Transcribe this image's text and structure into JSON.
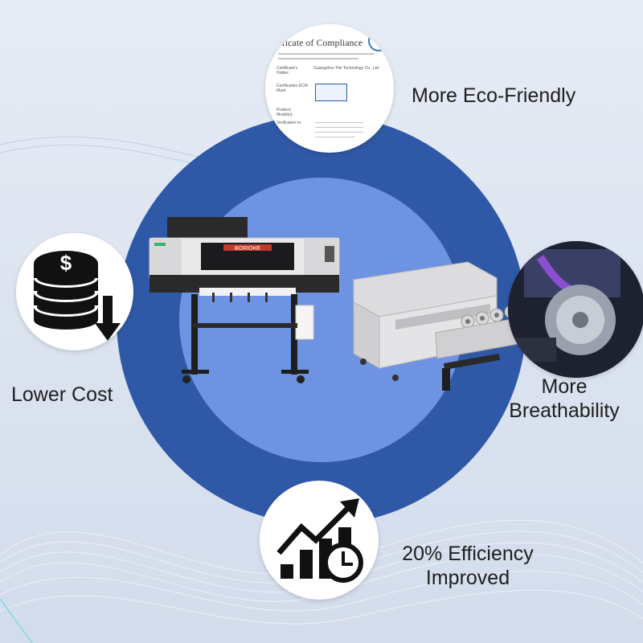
{
  "features": {
    "eco": {
      "label": "More Eco-Friendly",
      "icon": "certificate-icon"
    },
    "cost": {
      "label": "Lower Cost",
      "icon": "money-stack-down-icon"
    },
    "breathability": {
      "line1": "More",
      "line2": "Breathability",
      "icon": "fan-blower-icon"
    },
    "efficiency": {
      "line1": "20% Efficiency",
      "line2": "Improved",
      "icon": "growth-chart-clock-icon"
    }
  },
  "certificate": {
    "title": "tificate of Compliance",
    "rows": [
      "Certificate's",
      "Holder:",
      "Certification ECM",
      "Mark:",
      "Product:",
      "Model(s):",
      "Verification to:"
    ],
    "holder": "Guangzhou Yite Technology Co., Ltd."
  },
  "printer": {
    "brand_label": "BORIOHE"
  },
  "colors": {
    "ring_outer": "#2f59a6",
    "ring_inner": "#6f93e3",
    "background": "#e2e8f3"
  }
}
